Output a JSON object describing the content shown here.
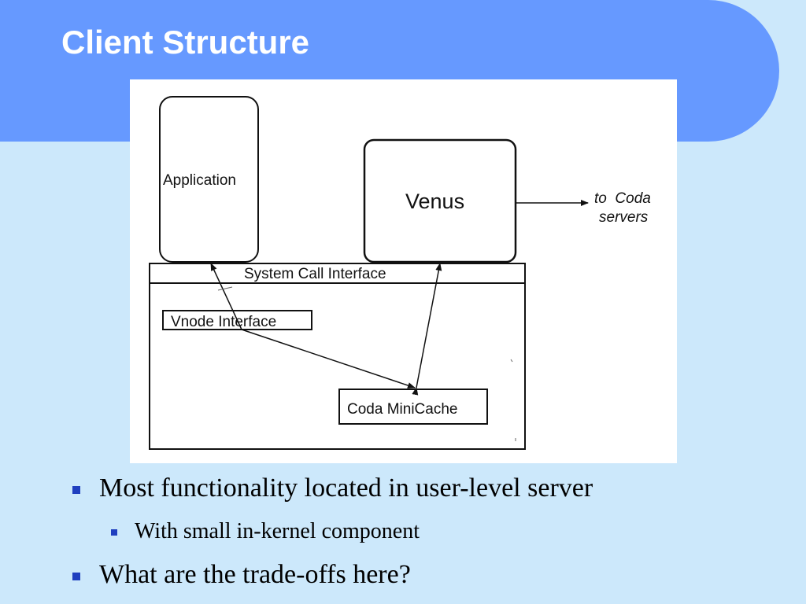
{
  "slide": {
    "title": "Client Structure"
  },
  "diagram": {
    "application_label": "Application",
    "venus_label": "Venus",
    "syscall_label": "System Call Interface",
    "vnode_label": "Vnode Interface",
    "minicache_label": "Coda MiniCache",
    "servers_label_line1": "to  Coda",
    "servers_label_line2": "servers"
  },
  "bullets": [
    {
      "text": "Most functionality located in user-level server",
      "level": 1
    },
    {
      "text": "With small in-kernel component",
      "level": 2
    },
    {
      "text": "What are the trade-offs here?",
      "level": 1
    }
  ],
  "colors": {
    "background": "#cce8fb",
    "title_band": "#6699ff",
    "title_text": "#ffffff",
    "bullet_marker": "#1f3fbf"
  }
}
